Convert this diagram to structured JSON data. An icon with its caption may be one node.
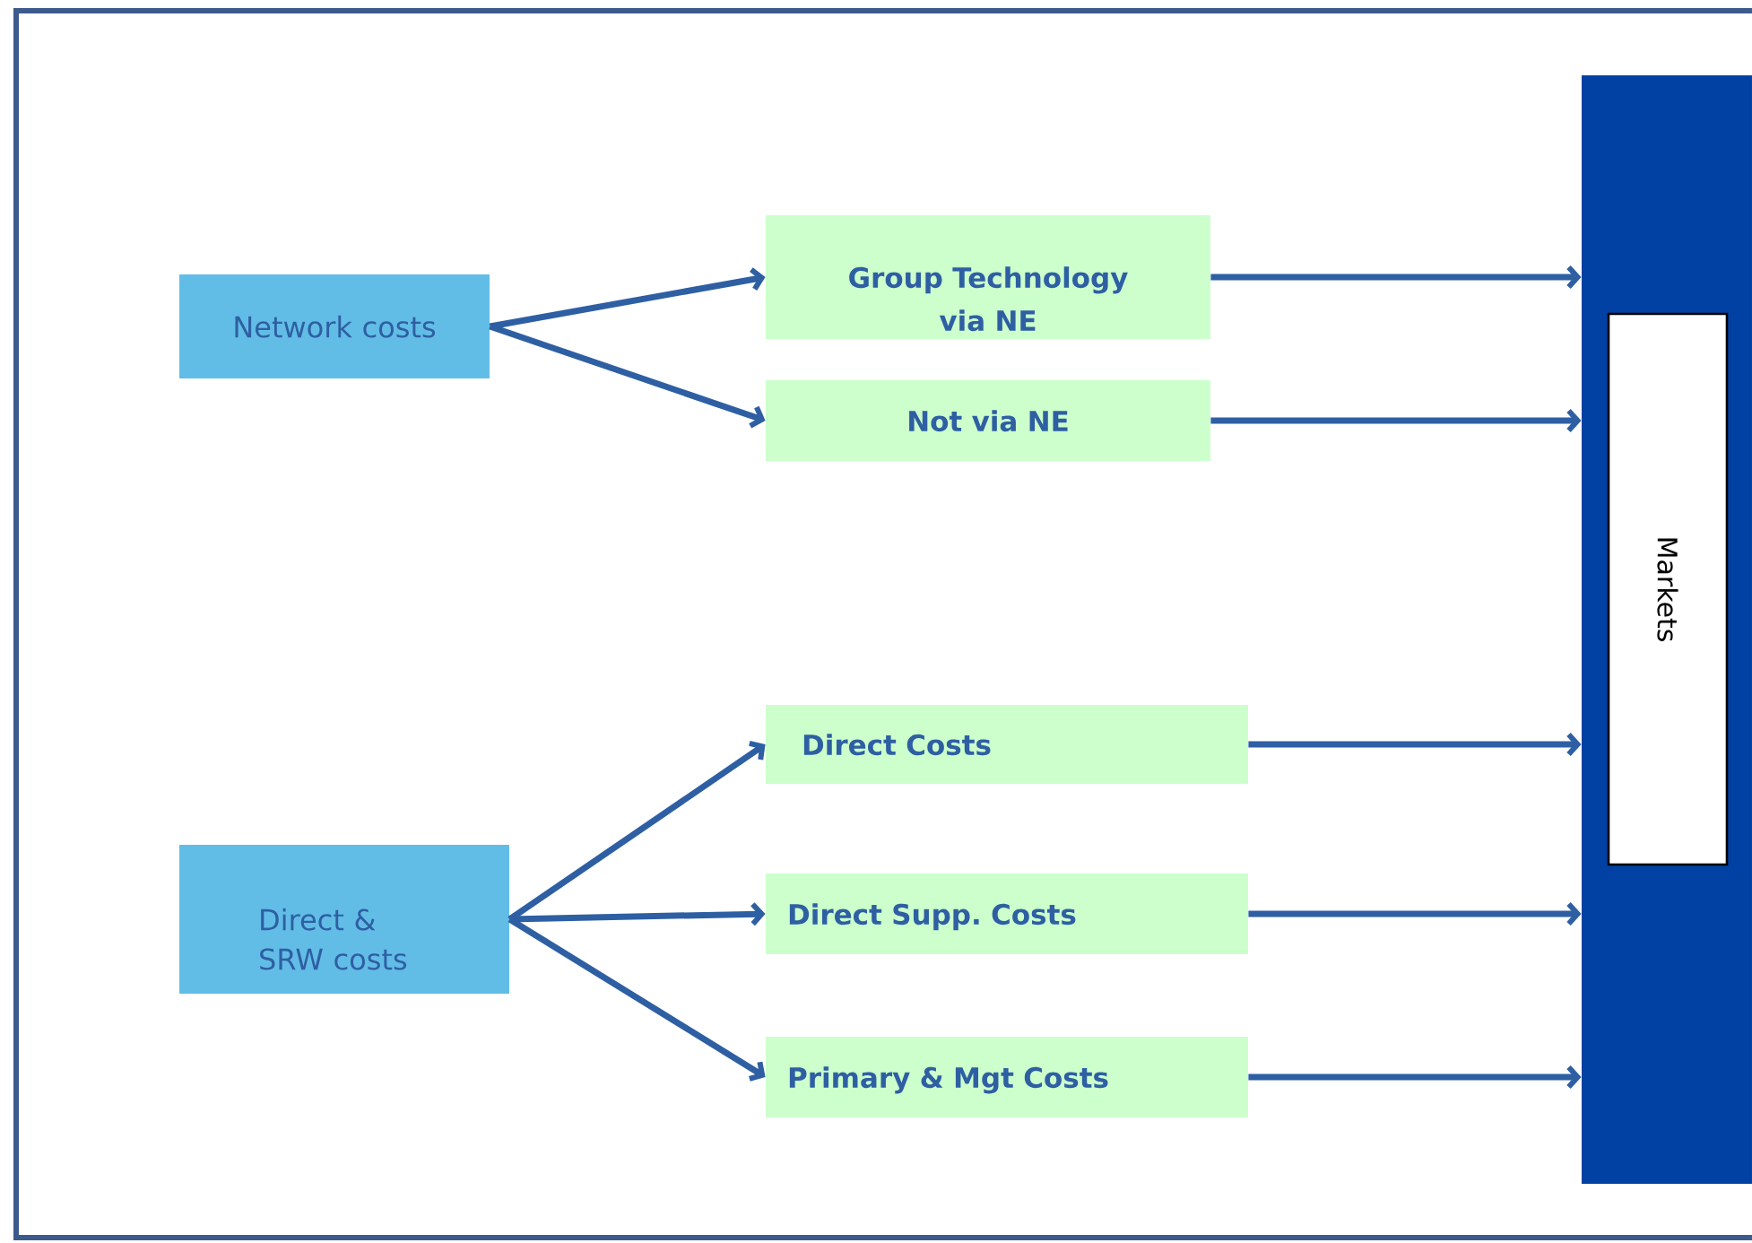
{
  "diagram": {
    "nodes": [
      {
        "text": [
          "Network costs"
        ]
      },
      {
        "text": [
          "Group Technology via NE"
        ]
      },
      {
        "text": [
          "Not via NE"
        ]
      },
      {
        "text": [
          "Direct & SRW costs"
        ]
      },
      {
        "text": [
          "Direct  Costs"
        ]
      },
      {
        "text": [
          "Direct Supp. Costs"
        ]
      },
      {
        "text": [
          "Primary & Mgt Costs"
        ]
      },
      {
        "text": [],
        "shape": "bar"
      },
      {
        "text": [
          "Markets"
        ],
        "in": 7
      }
    ],
    "edges": [
      {
        "from": 0,
        "to": 1,
        "arrow": "to"
      },
      {
        "from": 0,
        "to": 2,
        "arrow": "to"
      },
      {
        "from": 3,
        "to": 4,
        "arrow": "to"
      },
      {
        "from": 3,
        "to": 5,
        "arrow": "to"
      },
      {
        "from": 3,
        "to": 6,
        "arrow": "to"
      },
      {
        "from": 1,
        "to": 7,
        "arrow": "to"
      },
      {
        "from": 2,
        "to": 7,
        "arrow": "to"
      },
      {
        "from": 4,
        "to": 7,
        "arrow": "to"
      },
      {
        "from": 5,
        "to": 7,
        "arrow": "to"
      },
      {
        "from": 6,
        "to": 7,
        "arrow": "to"
      }
    ]
  }
}
